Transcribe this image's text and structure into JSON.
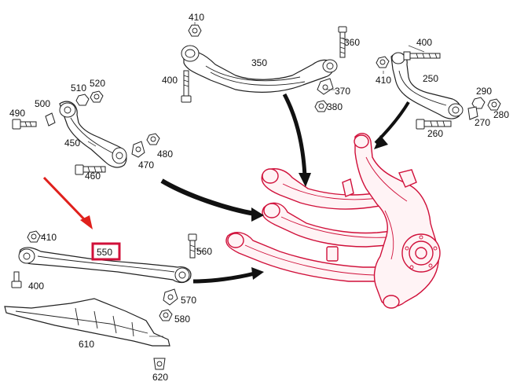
{
  "labels": {
    "p410_top": "410",
    "p360": "360",
    "p350": "350",
    "p400_top": "400",
    "p370": "370",
    "p380": "380",
    "p400_right": "400",
    "p410_right": "410",
    "p250": "250",
    "p290": "290",
    "p280": "280",
    "p270": "270",
    "p260": "260",
    "p510": "510",
    "p520": "520",
    "p500": "500",
    "p490": "490",
    "p450": "450",
    "p470": "470",
    "p480": "480",
    "p460": "460",
    "p410_left": "410",
    "p550": "550",
    "p560": "560",
    "p400_left": "400",
    "p570": "570",
    "p580": "580",
    "p610": "610",
    "p620": "620"
  },
  "colors": {
    "highlight": "#d0103a",
    "pointer_arrow": "#e0201c",
    "line": "#222222"
  }
}
